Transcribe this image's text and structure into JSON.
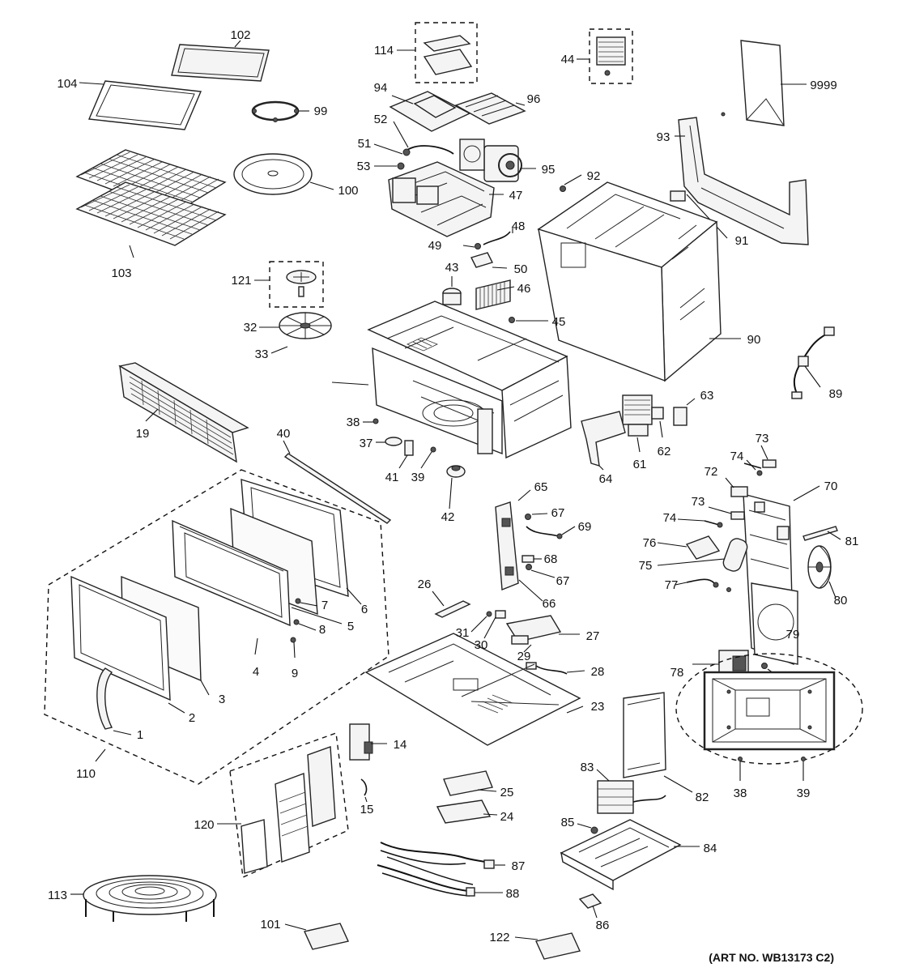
{
  "footer": {
    "art_number": "(ART NO. WB13173 C2)"
  },
  "callouts": [
    {
      "id": "c102",
      "text": "102"
    },
    {
      "id": "c104",
      "text": "104"
    },
    {
      "id": "c99",
      "text": "99"
    },
    {
      "id": "c100",
      "text": "100"
    },
    {
      "id": "c103",
      "text": "103"
    },
    {
      "id": "c114",
      "text": "114"
    },
    {
      "id": "c44",
      "text": "44"
    },
    {
      "id": "c9999",
      "text": "9999"
    },
    {
      "id": "c94",
      "text": "94"
    },
    {
      "id": "c96",
      "text": "96"
    },
    {
      "id": "c52",
      "text": "52"
    },
    {
      "id": "c51",
      "text": "51"
    },
    {
      "id": "c53",
      "text": "53"
    },
    {
      "id": "c95",
      "text": "95"
    },
    {
      "id": "c47",
      "text": "47"
    },
    {
      "id": "c92",
      "text": "92"
    },
    {
      "id": "c93",
      "text": "93"
    },
    {
      "id": "c91",
      "text": "91"
    },
    {
      "id": "c48",
      "text": "48"
    },
    {
      "id": "c49",
      "text": "49"
    },
    {
      "id": "c50",
      "text": "50"
    },
    {
      "id": "c43",
      "text": "43"
    },
    {
      "id": "c46",
      "text": "46"
    },
    {
      "id": "c45",
      "text": "45"
    },
    {
      "id": "c121",
      "text": "121"
    },
    {
      "id": "c32",
      "text": "32"
    },
    {
      "id": "c33",
      "text": "33"
    },
    {
      "id": "c90",
      "text": "90"
    },
    {
      "id": "c89",
      "text": "89"
    },
    {
      "id": "c19",
      "text": "19"
    },
    {
      "id": "c38a",
      "text": "38"
    },
    {
      "id": "c37",
      "text": "37"
    },
    {
      "id": "c40",
      "text": "40"
    },
    {
      "id": "c41",
      "text": "41"
    },
    {
      "id": "c39a",
      "text": "39"
    },
    {
      "id": "c42",
      "text": "42"
    },
    {
      "id": "c63",
      "text": "63"
    },
    {
      "id": "c64",
      "text": "64"
    },
    {
      "id": "c61",
      "text": "61"
    },
    {
      "id": "c62",
      "text": "62"
    },
    {
      "id": "c74a",
      "text": "74"
    },
    {
      "id": "c73a",
      "text": "73"
    },
    {
      "id": "c72",
      "text": "72"
    },
    {
      "id": "c73b",
      "text": "73"
    },
    {
      "id": "c70",
      "text": "70"
    },
    {
      "id": "c74b",
      "text": "74"
    },
    {
      "id": "c81",
      "text": "81"
    },
    {
      "id": "c76",
      "text": "76"
    },
    {
      "id": "c75",
      "text": "75"
    },
    {
      "id": "c77",
      "text": "77"
    },
    {
      "id": "c80",
      "text": "80"
    },
    {
      "id": "c78",
      "text": "78"
    },
    {
      "id": "c79",
      "text": "79"
    },
    {
      "id": "c65",
      "text": "65"
    },
    {
      "id": "c67a",
      "text": "67"
    },
    {
      "id": "c69",
      "text": "69"
    },
    {
      "id": "c68",
      "text": "68"
    },
    {
      "id": "c67b",
      "text": "67"
    },
    {
      "id": "c66",
      "text": "66"
    },
    {
      "id": "c6",
      "text": "6"
    },
    {
      "id": "c5",
      "text": "5"
    },
    {
      "id": "c7",
      "text": "7"
    },
    {
      "id": "c8",
      "text": "8"
    },
    {
      "id": "c9",
      "text": "9"
    },
    {
      "id": "c4",
      "text": "4"
    },
    {
      "id": "c3",
      "text": "3"
    },
    {
      "id": "c2",
      "text": "2"
    },
    {
      "id": "c1",
      "text": "1"
    },
    {
      "id": "c110",
      "text": "110"
    },
    {
      "id": "c26",
      "text": "26"
    },
    {
      "id": "c31",
      "text": "31"
    },
    {
      "id": "c30",
      "text": "30"
    },
    {
      "id": "c27",
      "text": "27"
    },
    {
      "id": "c29",
      "text": "29"
    },
    {
      "id": "c28",
      "text": "28"
    },
    {
      "id": "c23",
      "text": "23"
    },
    {
      "id": "c14",
      "text": "14"
    },
    {
      "id": "c15",
      "text": "15"
    },
    {
      "id": "c120",
      "text": "120"
    },
    {
      "id": "c25",
      "text": "25"
    },
    {
      "id": "c24",
      "text": "24"
    },
    {
      "id": "c82",
      "text": "82"
    },
    {
      "id": "c83",
      "text": "83"
    },
    {
      "id": "c85",
      "text": "85"
    },
    {
      "id": "c84",
      "text": "84"
    },
    {
      "id": "c87",
      "text": "87"
    },
    {
      "id": "c88",
      "text": "88"
    },
    {
      "id": "c113",
      "text": "113"
    },
    {
      "id": "c86",
      "text": "86"
    },
    {
      "id": "c101",
      "text": "101"
    },
    {
      "id": "c122",
      "text": "122"
    },
    {
      "id": "c38b",
      "text": "38"
    },
    {
      "id": "c39b",
      "text": "39"
    }
  ]
}
